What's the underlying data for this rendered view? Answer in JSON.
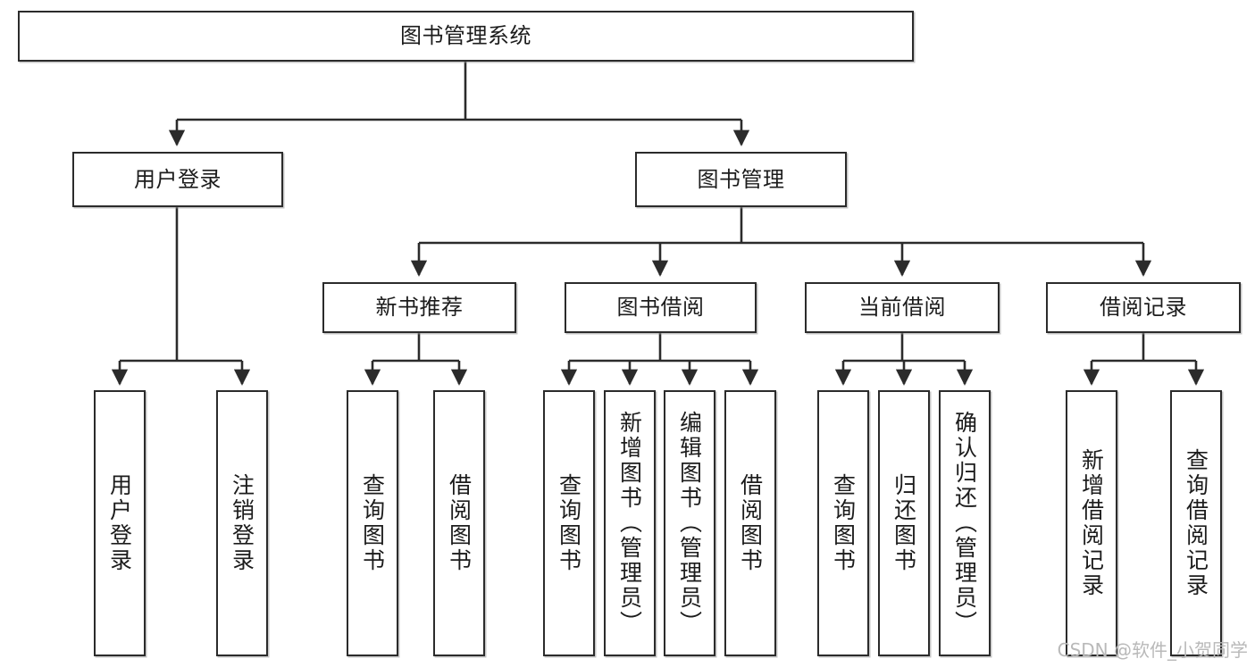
{
  "diagram": {
    "type": "tree",
    "title": "图书管理系统",
    "watermark": "CSDN @软件_小贺同学",
    "colors": {
      "box_border": "#2b2b2b",
      "box_fill": "#ffffff",
      "edge": "#2b2b2b",
      "text": "#1c1c1c",
      "watermark": "#b9b9b9",
      "background": "#ffffff"
    },
    "nodes": {
      "root": {
        "label": "图书管理系统",
        "level": 0,
        "orientation": "horizontal"
      },
      "user_login": {
        "label": "用户登录",
        "level": 1,
        "orientation": "horizontal"
      },
      "book_manage": {
        "label": "图书管理",
        "level": 1,
        "orientation": "horizontal"
      },
      "new_book_rec": {
        "label": "新书推荐",
        "level": 2,
        "orientation": "horizontal"
      },
      "book_borrow": {
        "label": "图书借阅",
        "level": 2,
        "orientation": "horizontal"
      },
      "current_borrow": {
        "label": "当前借阅",
        "level": 2,
        "orientation": "horizontal"
      },
      "borrow_record": {
        "label": "借阅记录",
        "level": 2,
        "orientation": "horizontal"
      },
      "leaf_user_login": {
        "label": "用户登录",
        "level": 2,
        "orientation": "vertical"
      },
      "leaf_logout": {
        "label": "注销登录",
        "level": 2,
        "orientation": "vertical"
      },
      "leaf_query_book_1": {
        "label": "查询图书",
        "level": 3,
        "orientation": "vertical"
      },
      "leaf_borrow_book_1": {
        "label": "借阅图书",
        "level": 3,
        "orientation": "vertical"
      },
      "leaf_query_book_2": {
        "label": "查询图书",
        "level": 3,
        "orientation": "vertical"
      },
      "leaf_add_book": {
        "label": "新增图书（管理员）",
        "level": 3,
        "orientation": "vertical"
      },
      "leaf_edit_book": {
        "label": "编辑图书（管理员）",
        "level": 3,
        "orientation": "vertical"
      },
      "leaf_borrow_book_2": {
        "label": "借阅图书",
        "level": 3,
        "orientation": "vertical"
      },
      "leaf_query_book_3": {
        "label": "查询图书",
        "level": 3,
        "orientation": "vertical"
      },
      "leaf_return_book": {
        "label": "归还图书",
        "level": 3,
        "orientation": "vertical"
      },
      "leaf_confirm_return": {
        "label": "确认归还（管理员）",
        "level": 3,
        "orientation": "vertical"
      },
      "leaf_add_record": {
        "label": "新增借阅记录",
        "level": 3,
        "orientation": "vertical"
      },
      "leaf_query_record": {
        "label": "查询借阅记录",
        "level": 3,
        "orientation": "vertical"
      }
    },
    "edges": [
      {
        "from": "root",
        "to": "user_login"
      },
      {
        "from": "root",
        "to": "book_manage"
      },
      {
        "from": "user_login",
        "to": "leaf_user_login"
      },
      {
        "from": "user_login",
        "to": "leaf_logout"
      },
      {
        "from": "book_manage",
        "to": "new_book_rec"
      },
      {
        "from": "book_manage",
        "to": "book_borrow"
      },
      {
        "from": "book_manage",
        "to": "current_borrow"
      },
      {
        "from": "book_manage",
        "to": "borrow_record"
      },
      {
        "from": "new_book_rec",
        "to": "leaf_query_book_1"
      },
      {
        "from": "new_book_rec",
        "to": "leaf_borrow_book_1"
      },
      {
        "from": "book_borrow",
        "to": "leaf_query_book_2"
      },
      {
        "from": "book_borrow",
        "to": "leaf_add_book"
      },
      {
        "from": "book_borrow",
        "to": "leaf_edit_book"
      },
      {
        "from": "book_borrow",
        "to": "leaf_borrow_book_2"
      },
      {
        "from": "current_borrow",
        "to": "leaf_query_book_3"
      },
      {
        "from": "current_borrow",
        "to": "leaf_return_book"
      },
      {
        "from": "current_borrow",
        "to": "leaf_confirm_return"
      },
      {
        "from": "borrow_record",
        "to": "leaf_add_record"
      },
      {
        "from": "borrow_record",
        "to": "leaf_query_record"
      }
    ]
  }
}
